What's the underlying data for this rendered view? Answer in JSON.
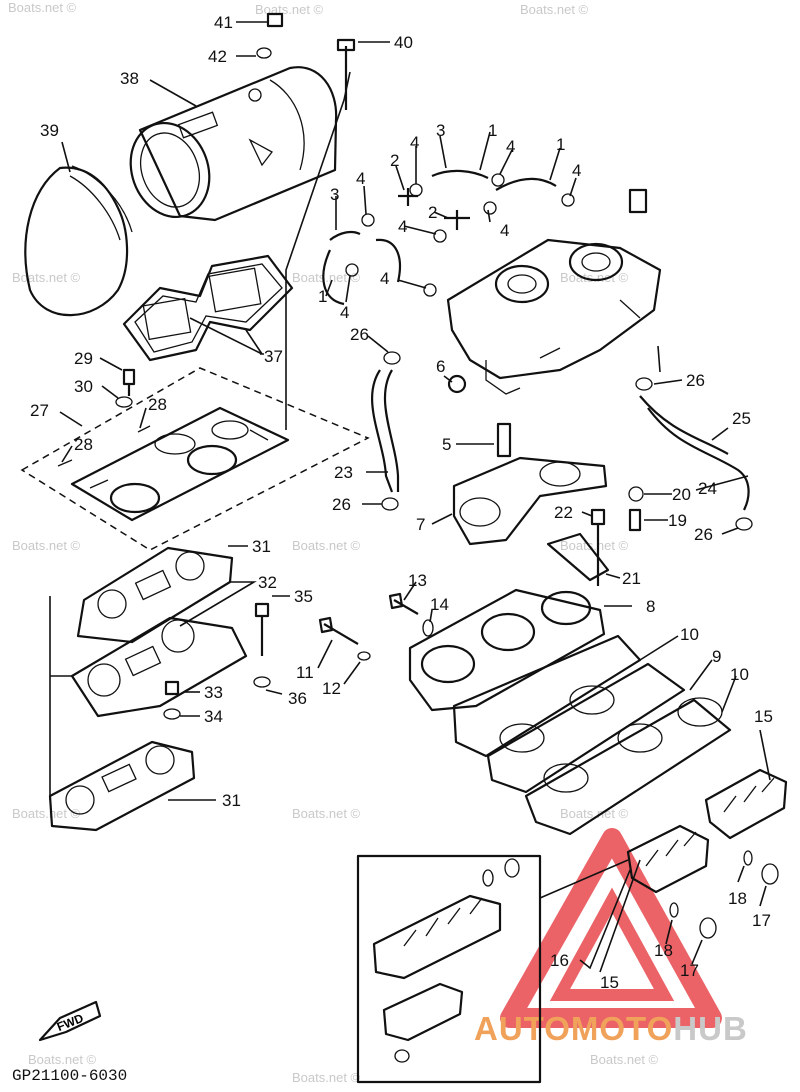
{
  "callouts": [
    "1",
    "2",
    "3",
    "4",
    "5",
    "6",
    "7",
    "8",
    "9",
    "10",
    "11",
    "12",
    "13",
    "14",
    "15",
    "16",
    "17",
    "18",
    "19",
    "20",
    "21",
    "22",
    "23",
    "24",
    "25",
    "26",
    "27",
    "28",
    "29",
    "30",
    "31",
    "32",
    "33",
    "34",
    "35",
    "36",
    "37",
    "38",
    "39",
    "40",
    "41",
    "42"
  ],
  "watermark": "Boats.net ©",
  "fwd_label": "FWD",
  "drawing_code": "GP21100-6030",
  "brand": {
    "part1": "AUTOMOTO",
    "part2": "HUB",
    "color1": "#f0a25a",
    "color2": "#c9c9c9"
  },
  "logo_color": "#e8464c"
}
